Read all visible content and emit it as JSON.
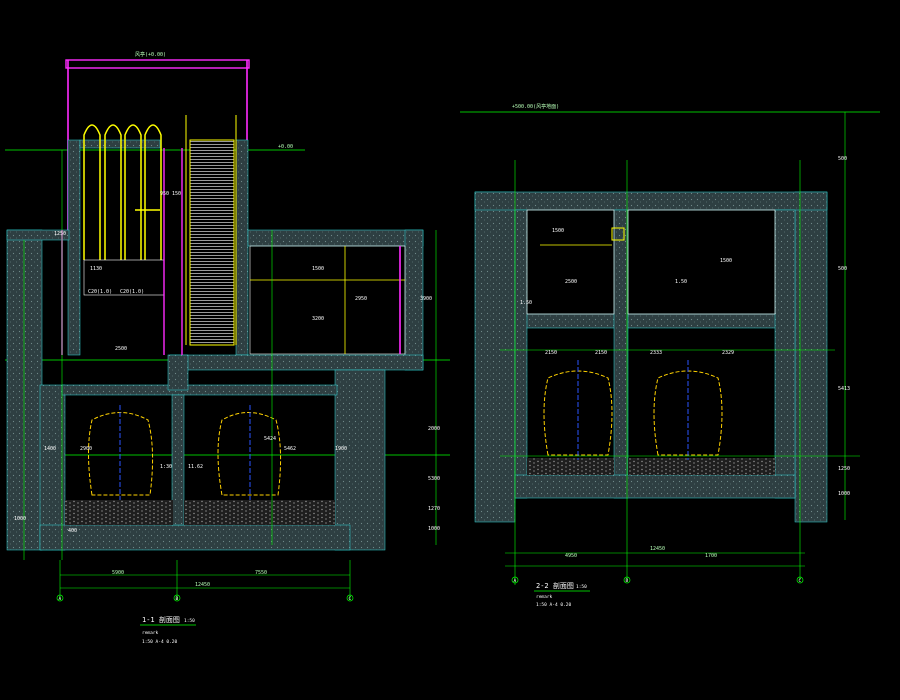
{
  "colors": {
    "background": "#000000",
    "dimension_green": "#00ff00",
    "concrete_fill": "#2e3f42",
    "concrete_edge": "#2fd6d6",
    "pink_wall": "#ff2bff",
    "yellow": "#ffff00",
    "tunnel_dash": "#ffd200",
    "axis_blue": "#2a55ff",
    "cyan": "#00ffff",
    "white": "#ffffff"
  },
  "left_section": {
    "title": "1-1 剖面图",
    "scale": "1:50",
    "subnote_1": "remark",
    "subnote_2": "1:50 A-4 0.20",
    "top_label": "风亭(+0.00)",
    "bottom_dims": [
      "5900",
      "7550"
    ],
    "total_dim": "12450",
    "axis_marks": [
      "A",
      "B",
      "C"
    ],
    "labels": [
      "+0.00",
      "1250",
      "1130",
      "C20(1.0)",
      "C20(1.0)",
      "950 150",
      "2950",
      "3200",
      "1500",
      "3900",
      "2500",
      "5424",
      "1:30",
      "11.62",
      "2900",
      "5462",
      "1400",
      "1900",
      "2000",
      "5300",
      "1270",
      "1000",
      "1000",
      "400"
    ]
  },
  "right_section": {
    "title": "2-2 剖面图",
    "scale": "1:50",
    "subnote_1": "remark",
    "subnote_2": "1:50 A-4 0.20",
    "top_label": "+500.00(风亭地面)",
    "dims_top": [
      "2150",
      "2150",
      "2333",
      "2329"
    ],
    "dims_bottom": [
      "4950",
      "1700"
    ],
    "total_dim": "12450",
    "axis_marks": [
      "A",
      "B",
      "C"
    ],
    "labels": [
      "1500",
      "1500",
      "2500",
      "1.50",
      "1.50",
      "5413",
      "500",
      "500",
      "1250",
      "1000"
    ]
  }
}
